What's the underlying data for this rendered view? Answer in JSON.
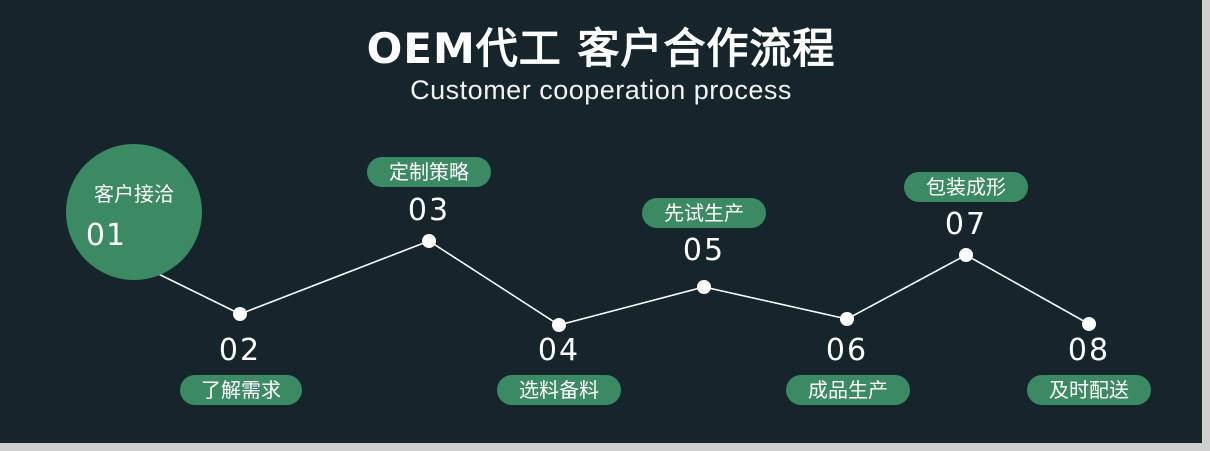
{
  "title": "OEM代工 客户合作流程",
  "subtitle": "Customer cooperation process",
  "steps": [
    {
      "num": "01",
      "label": "客户接洽"
    },
    {
      "num": "02",
      "label": "了解需求"
    },
    {
      "num": "03",
      "label": "定制策略"
    },
    {
      "num": "04",
      "label": "选料备料"
    },
    {
      "num": "05",
      "label": "先试生产"
    },
    {
      "num": "06",
      "label": "成品生产"
    },
    {
      "num": "07",
      "label": "包装成形"
    },
    {
      "num": "08",
      "label": "及时配送"
    }
  ],
  "colors": {
    "background": "#16252c",
    "accent": "#3c8a63",
    "line": "#ffffff",
    "frame": "#cfcfcf"
  }
}
